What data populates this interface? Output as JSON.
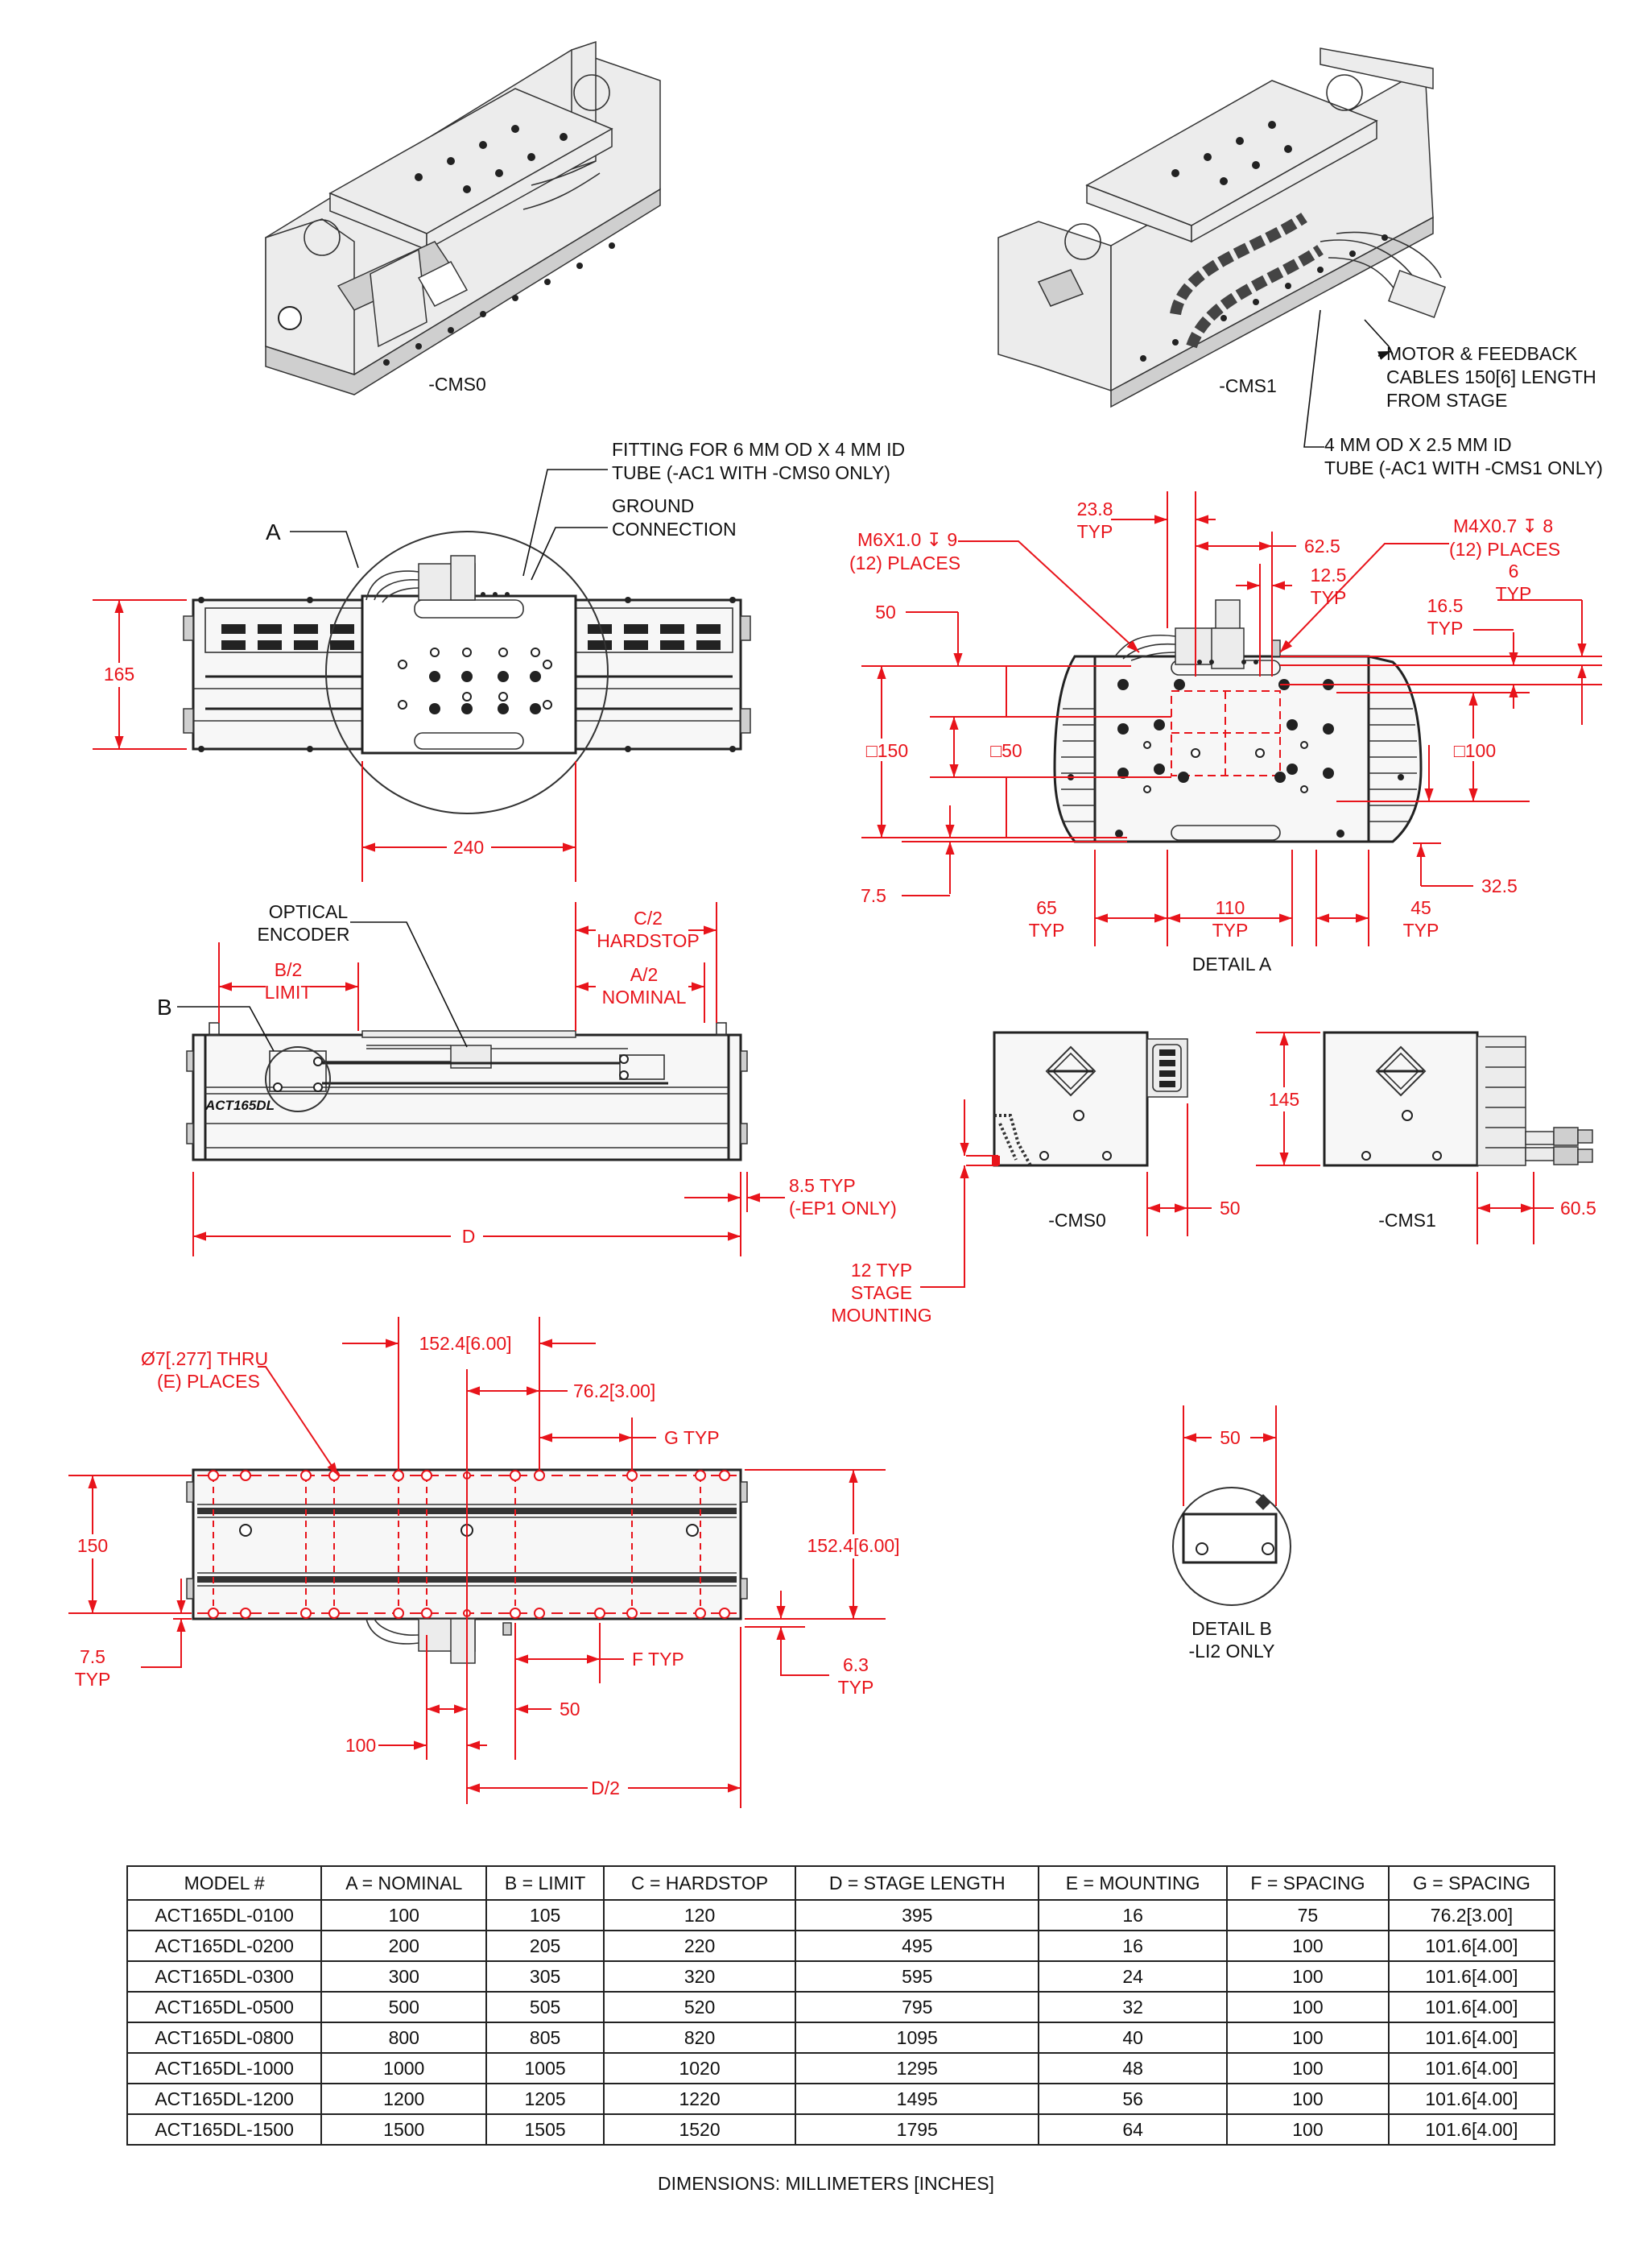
{
  "iso": {
    "cms0": "-CMS0",
    "cms1": "-CMS1",
    "motor_cables": [
      "MOTOR & FEEDBACK",
      "CABLES 150[6] LENGTH",
      "FROM STAGE"
    ],
    "tube_cms1": [
      "4 MM OD X 2.5 MM ID",
      "TUBE (-AC1 WITH -CMS1 ONLY)"
    ]
  },
  "top_view": {
    "fitting": [
      "FITTING FOR 6 MM OD X 4 MM ID",
      "TUBE (-AC1 WITH -CMS0 ONLY)"
    ],
    "ground": [
      "GROUND",
      "CONNECTION"
    ],
    "detail_ref": "A",
    "dim_165": "165",
    "dim_240": "240"
  },
  "detail_a": {
    "title": "DETAIL A",
    "m6": [
      "M6X1.0 ↧ 9",
      "(12) PLACES"
    ],
    "m4": [
      "M4X0.7 ↧ 8",
      "(12) PLACES"
    ],
    "d238": [
      "23.8",
      "TYP"
    ],
    "d625": "62.5",
    "d125": [
      "12.5",
      "TYP"
    ],
    "d6": [
      "6",
      "TYP"
    ],
    "d165": [
      "16.5",
      "TYP"
    ],
    "d50": "50",
    "sq150": "□150",
    "sq50": "□50",
    "sq100": "□100",
    "d75": "7.5",
    "d325": "32.5",
    "d65": [
      "65",
      "TYP"
    ],
    "d110": [
      "110",
      "TYP"
    ],
    "d45": [
      "45",
      "TYP"
    ]
  },
  "side_view": {
    "encoder": [
      "OPTICAL",
      "ENCODER"
    ],
    "b2": [
      "B/2",
      "LIMIT"
    ],
    "c2": [
      "C/2",
      "HARDSTOP"
    ],
    "a2": [
      "A/2",
      "NOMINAL"
    ],
    "detail_ref": "B",
    "model_mark": "ACT165DL",
    "ep1": [
      "8.5 TYP",
      "(-EP1 ONLY)"
    ],
    "d": "D"
  },
  "end_views": {
    "cms0": "-CMS0",
    "cms1": "-CMS1",
    "d50": "50",
    "d605": "60.5",
    "d145": "145",
    "mounting": [
      "12 TYP",
      "STAGE",
      "MOUNTING"
    ]
  },
  "bottom_view": {
    "thru": [
      "Ø7[.277] THRU",
      "(E) PLACES"
    ],
    "d1524": "152.4[6.00]",
    "d762": "76.2[3.00]",
    "g": "G TYP",
    "d150": "150",
    "d1524v": "152.4[6.00]",
    "d75": [
      "7.5",
      "TYP"
    ],
    "d63": [
      "6.3",
      "TYP"
    ],
    "f": "F TYP",
    "d50": "50",
    "d100": "100",
    "d2": "D/2"
  },
  "detail_b": {
    "d50": "50",
    "title": [
      "DETAIL B",
      "-LI2 ONLY"
    ]
  },
  "table": {
    "headers": [
      "MODEL #",
      "A = NOMINAL",
      "B = LIMIT",
      "C = HARDSTOP",
      "D = STAGE LENGTH",
      "E = MOUNTING",
      "F = SPACING",
      "G = SPACING"
    ],
    "rows": [
      [
        "ACT165DL-0100",
        "100",
        "105",
        "120",
        "395",
        "16",
        "75",
        "76.2[3.00]"
      ],
      [
        "ACT165DL-0200",
        "200",
        "205",
        "220",
        "495",
        "16",
        "100",
        "101.6[4.00]"
      ],
      [
        "ACT165DL-0300",
        "300",
        "305",
        "320",
        "595",
        "24",
        "100",
        "101.6[4.00]"
      ],
      [
        "ACT165DL-0500",
        "500",
        "505",
        "520",
        "795",
        "32",
        "100",
        "101.6[4.00]"
      ],
      [
        "ACT165DL-0800",
        "800",
        "805",
        "820",
        "1095",
        "40",
        "100",
        "101.6[4.00]"
      ],
      [
        "ACT165DL-1000",
        "1000",
        "1005",
        "1020",
        "1295",
        "48",
        "100",
        "101.6[4.00]"
      ],
      [
        "ACT165DL-1200",
        "1200",
        "1205",
        "1220",
        "1495",
        "56",
        "100",
        "101.6[4.00]"
      ],
      [
        "ACT165DL-1500",
        "1500",
        "1505",
        "1520",
        "1795",
        "64",
        "100",
        "101.6[4.00]"
      ]
    ],
    "note": "DIMENSIONS:  MILLIMETERS [INCHES]"
  }
}
